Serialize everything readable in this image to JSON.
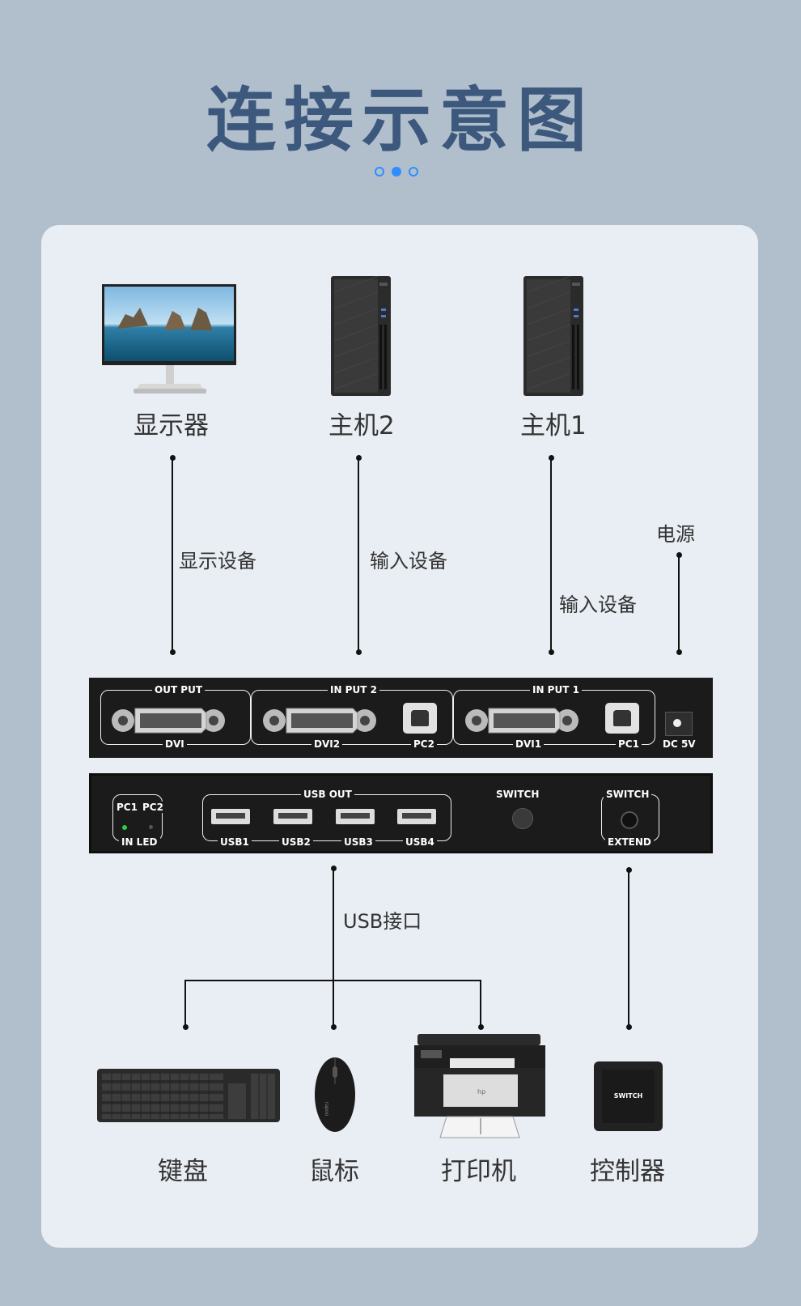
{
  "title": "连接示意图",
  "devices_top": {
    "monitor": "显示器",
    "host2": "主机2",
    "host1": "主机1"
  },
  "connections": {
    "display": "显示设备",
    "input2": "输入设备",
    "input1": "输入设备",
    "power": "电源",
    "usb": "USB接口"
  },
  "front_panel": {
    "out_put": "OUT PUT",
    "in_put_2": "IN PUT 2",
    "in_put_1": "IN PUT 1",
    "dvi": "DVI",
    "dvi2": "DVI2",
    "pc2": "PC2",
    "dvi1": "DVI1",
    "pc1": "PC1",
    "dc5v": "DC 5V"
  },
  "back_panel": {
    "pc1": "PC1",
    "pc2": "PC2",
    "in_led": "IN LED",
    "usb_out": "USB OUT",
    "usb1": "USB1",
    "usb2": "USB2",
    "usb3": "USB3",
    "usb4": "USB4",
    "switch": "SWITCH",
    "switch2": "SWITCH",
    "extend": "EXTEND"
  },
  "devices_bottom": {
    "keyboard": "键盘",
    "mouse": "鼠标",
    "printer": "打印机",
    "controller": "控制器",
    "controller_text": "SWITCH",
    "mouse_brand": "rapoo",
    "printer_brand": "hp"
  },
  "colors": {
    "accent": "#2d8fff",
    "title": "#3d587d",
    "card": "#e9eef4",
    "bg": "#b1bfcd"
  },
  "icons": [
    "monitor-icon",
    "tower-pc-icon",
    "keyboard-icon",
    "mouse-icon",
    "printer-icon",
    "switch-controller-icon",
    "dvi-port-icon",
    "usb-a-port-icon",
    "usb-b-port-icon"
  ]
}
